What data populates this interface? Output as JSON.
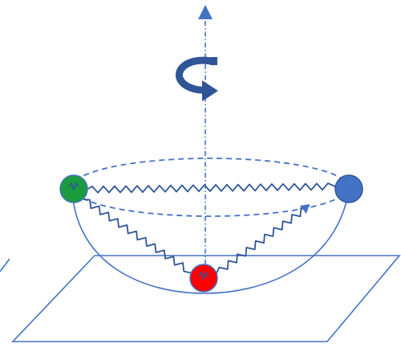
{
  "diagram": {
    "colors": {
      "line": "#4472c4",
      "arrow_fill": "#2f5597",
      "green_sphere": "#1a9c3e",
      "blue_sphere": "#4472c4",
      "red_sphere": "#ff0000",
      "background": "#ffffff"
    },
    "elements": [
      {
        "name": "vertical-rotation-axis",
        "kind": "dash-dot line with arrowhead"
      },
      {
        "name": "rotation-arrow-icon",
        "kind": "curved arrow"
      },
      {
        "name": "bowl-rim-ellipse",
        "kind": "dashed ellipse"
      },
      {
        "name": "bowl-curve",
        "kind": "solid arc"
      },
      {
        "name": "ground-plane",
        "kind": "parallelogram"
      },
      {
        "name": "green-sphere",
        "kind": "circle"
      },
      {
        "name": "blue-sphere",
        "kind": "circle"
      },
      {
        "name": "red-sphere",
        "kind": "circle"
      },
      {
        "name": "spring-green-blue",
        "kind": "zigzag"
      },
      {
        "name": "spring-green-red",
        "kind": "zigzag"
      },
      {
        "name": "spring-red-blue",
        "kind": "zigzag"
      }
    ]
  }
}
